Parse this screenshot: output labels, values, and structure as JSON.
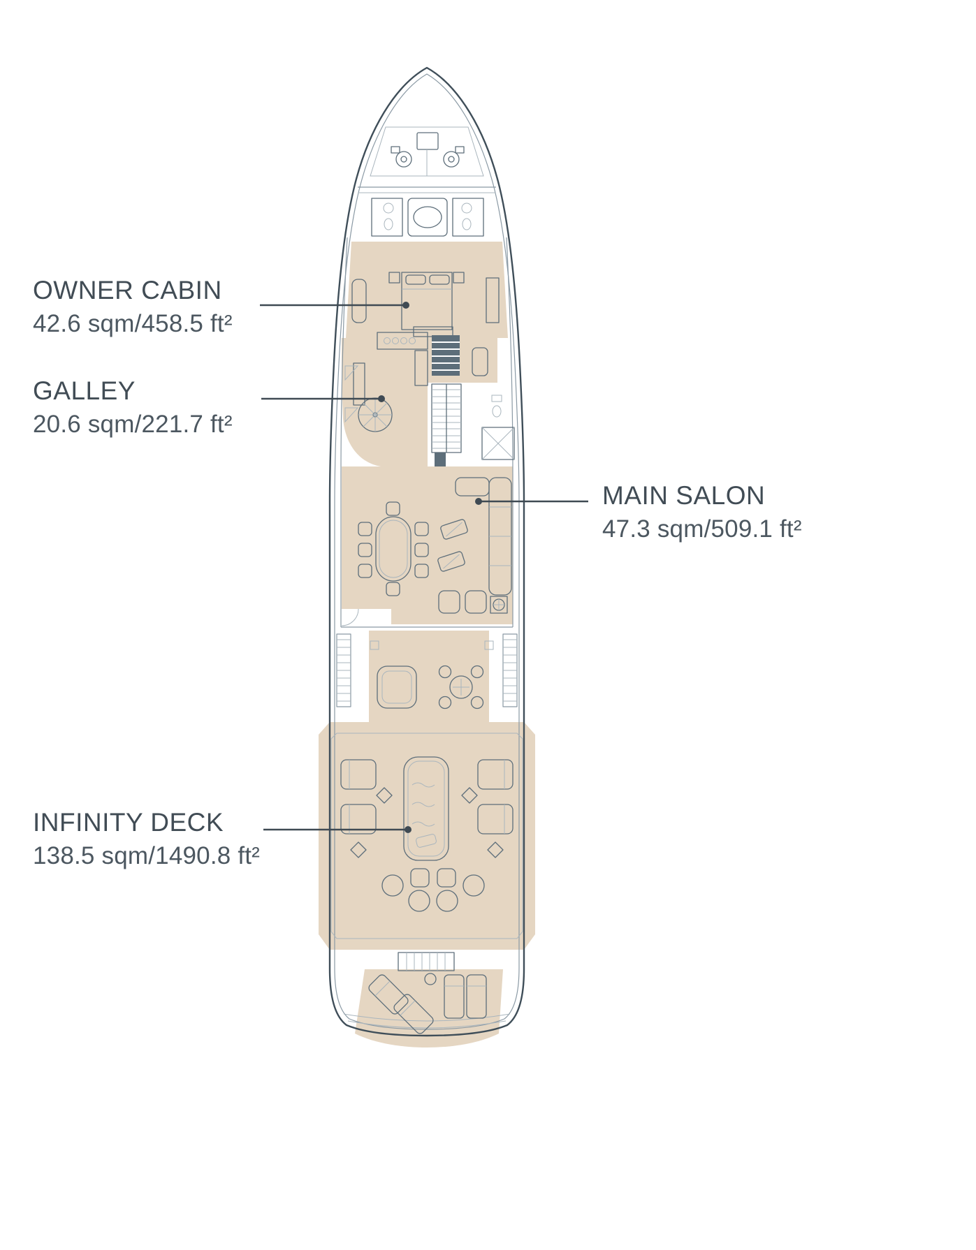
{
  "colors": {
    "background": "#ffffff",
    "region_fill": "#e5d6c2",
    "hull_line": "#3f4e59",
    "detail_line": "#8a99a4",
    "furniture_line": "#5d6e7a",
    "light_line": "#a9b5bd",
    "leader": "#3f4a53",
    "text": "#414c55",
    "text_secondary": "#4c5760"
  },
  "callouts": [
    {
      "id": "owner-cabin",
      "title": "OWNER CABIN",
      "area": "42.6 sqm/458.5 ft²"
    },
    {
      "id": "galley",
      "title": "GALLEY",
      "area": "20.6 sqm/221.7 ft²"
    },
    {
      "id": "main-salon",
      "title": "MAIN SALON",
      "area": "47.3 sqm/509.1 ft²"
    },
    {
      "id": "infinity-deck",
      "title": "INFINITY DECK",
      "area": "138.5 sqm/1490.8 ft²"
    }
  ],
  "drawing": {
    "type": "yacht-deck-plan-top-view",
    "highlighted_regions": [
      "owner-cabin",
      "galley",
      "main-salon",
      "aft-deck",
      "infinity-deck",
      "stern-platform"
    ],
    "furniture_icons": [
      "anchor-winch-icon",
      "bathtub-icon",
      "double-bed-icon",
      "wardrobe-icon",
      "stove-icon",
      "spiral-stairs-icon",
      "staircase-icon",
      "elevator-icon",
      "dining-table-icon",
      "dining-chair-icon",
      "coffee-table-icon",
      "sofa-icon",
      "armchair-icon",
      "round-table-icon",
      "side-stairs-icon",
      "jacuzzi-pool-icon",
      "sun-lounger-icon",
      "diamond-side-table-icon",
      "pouf-seat-icon",
      "transom-steps-icon"
    ]
  }
}
